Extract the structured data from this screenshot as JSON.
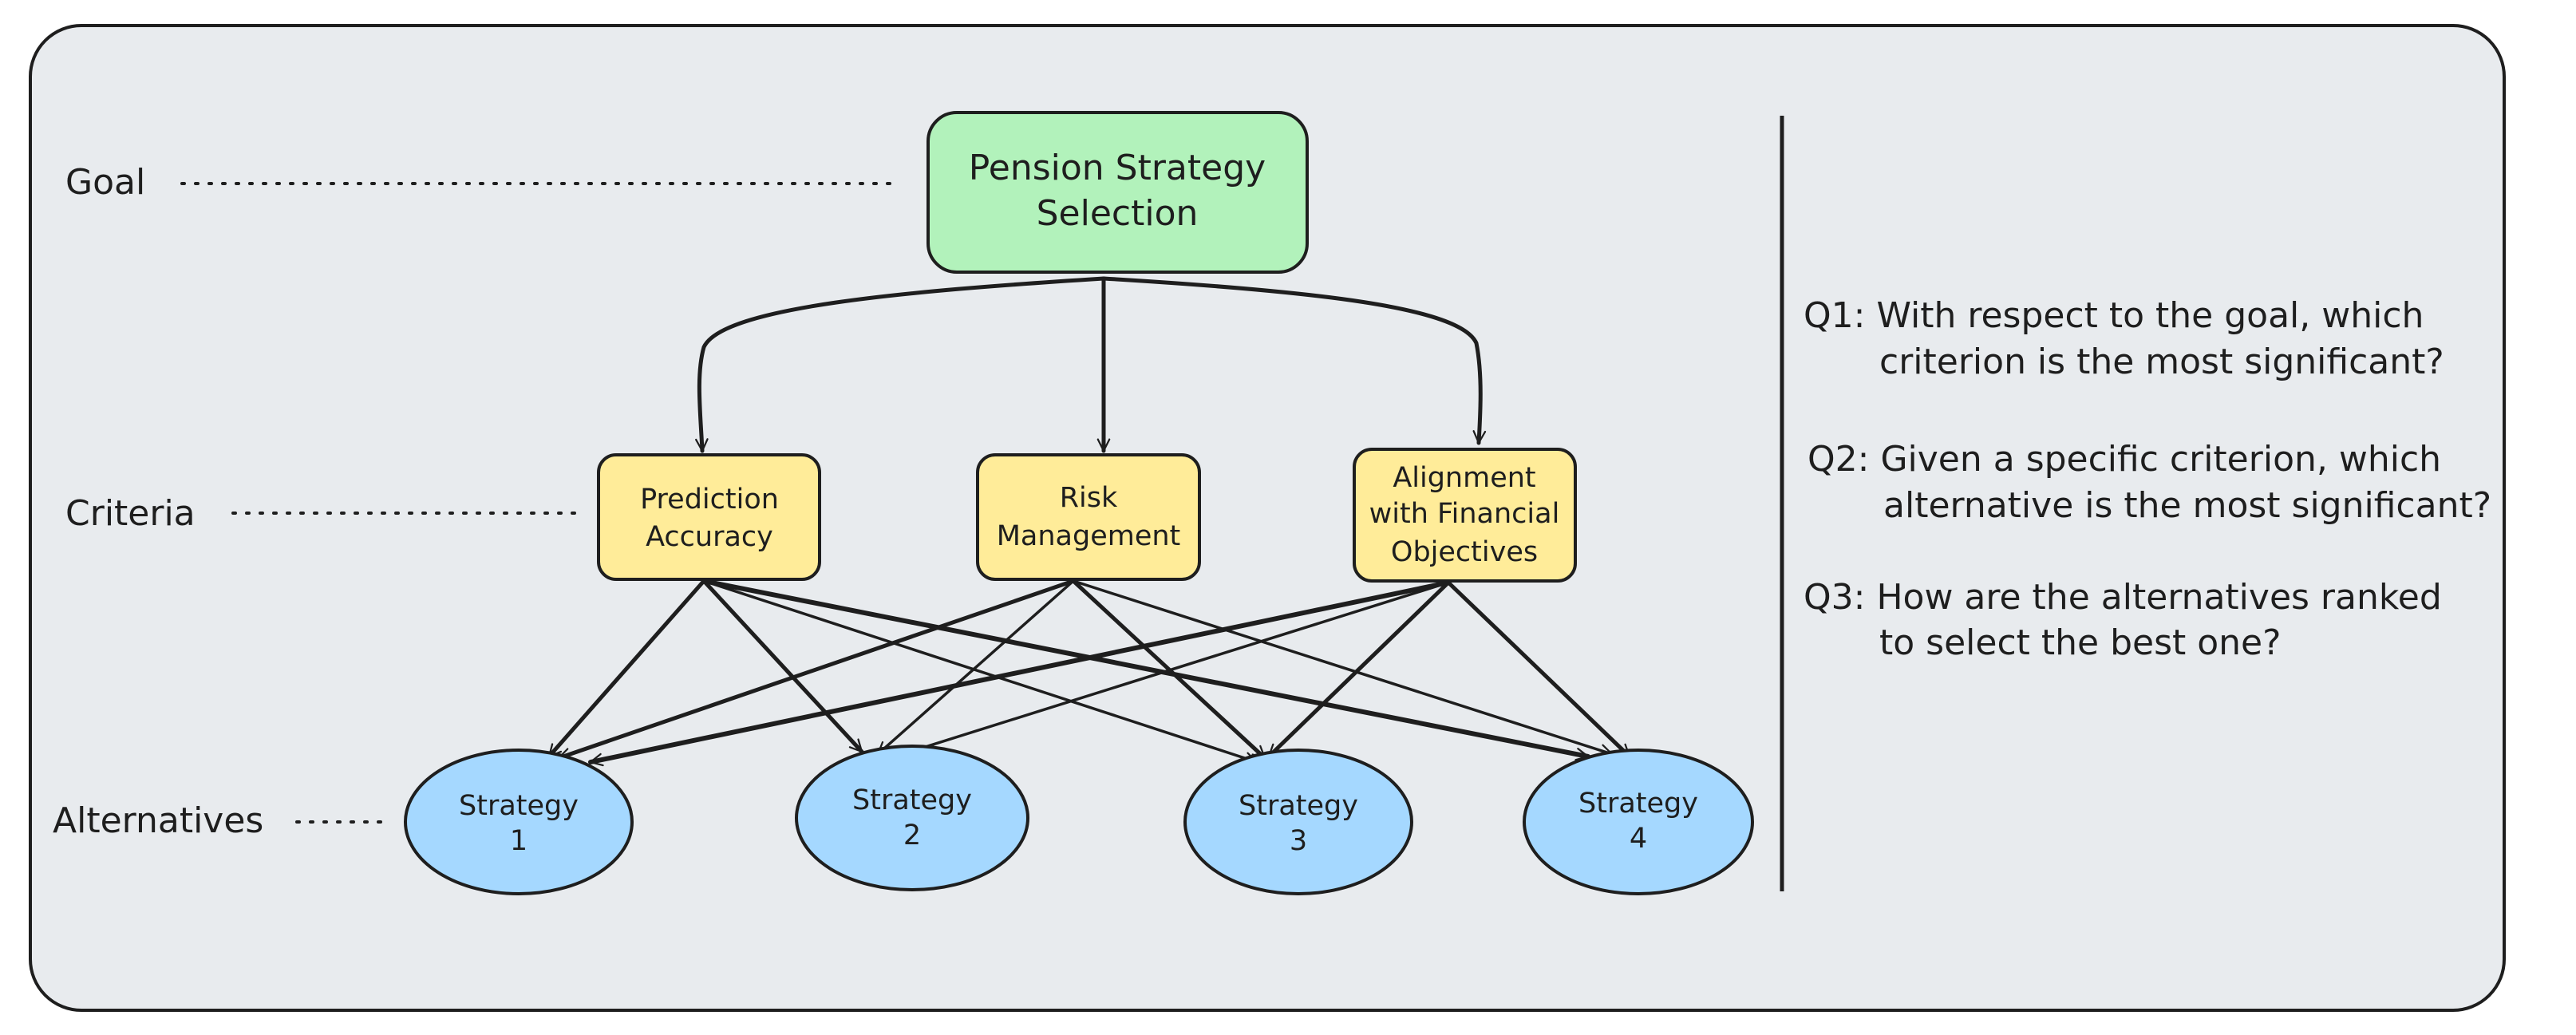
{
  "diagram": {
    "type": "AHP hierarchy",
    "levels": {
      "goal": "Goal",
      "criteria": "Criteria",
      "alternatives": "Alternatives"
    },
    "goal_node": {
      "lines": [
        "Pension Strategy",
        "Selection"
      ]
    },
    "criteria_nodes": [
      {
        "lines": [
          "Prediction",
          "Accuracy"
        ]
      },
      {
        "lines": [
          "Risk",
          "Management"
        ]
      },
      {
        "lines": [
          "Alignment",
          "with Financial",
          "Objectives"
        ]
      }
    ],
    "alternative_nodes": [
      {
        "lines": [
          "Strategy",
          "1"
        ]
      },
      {
        "lines": [
          "Strategy",
          "2"
        ]
      },
      {
        "lines": [
          "Strategy",
          "3"
        ]
      },
      {
        "lines": [
          "Strategy",
          "4"
        ]
      }
    ],
    "questions": [
      {
        "lines": [
          "Q1: With respect to the goal, which",
          "criterion is the most significant?"
        ]
      },
      {
        "lines": [
          "Q2: Given a specific criterion, which",
          "alternative is the most significant?"
        ]
      },
      {
        "lines": [
          "Q3: How are the alternatives ranked",
          "to select the best one?"
        ]
      }
    ]
  },
  "colors": {
    "panel_bg": "#e8ebee",
    "stroke": "#1e1e1e",
    "goal_fill": "#b2f2bb",
    "criteria_fill": "#ffec99",
    "alternative_fill": "#a5d8ff"
  }
}
